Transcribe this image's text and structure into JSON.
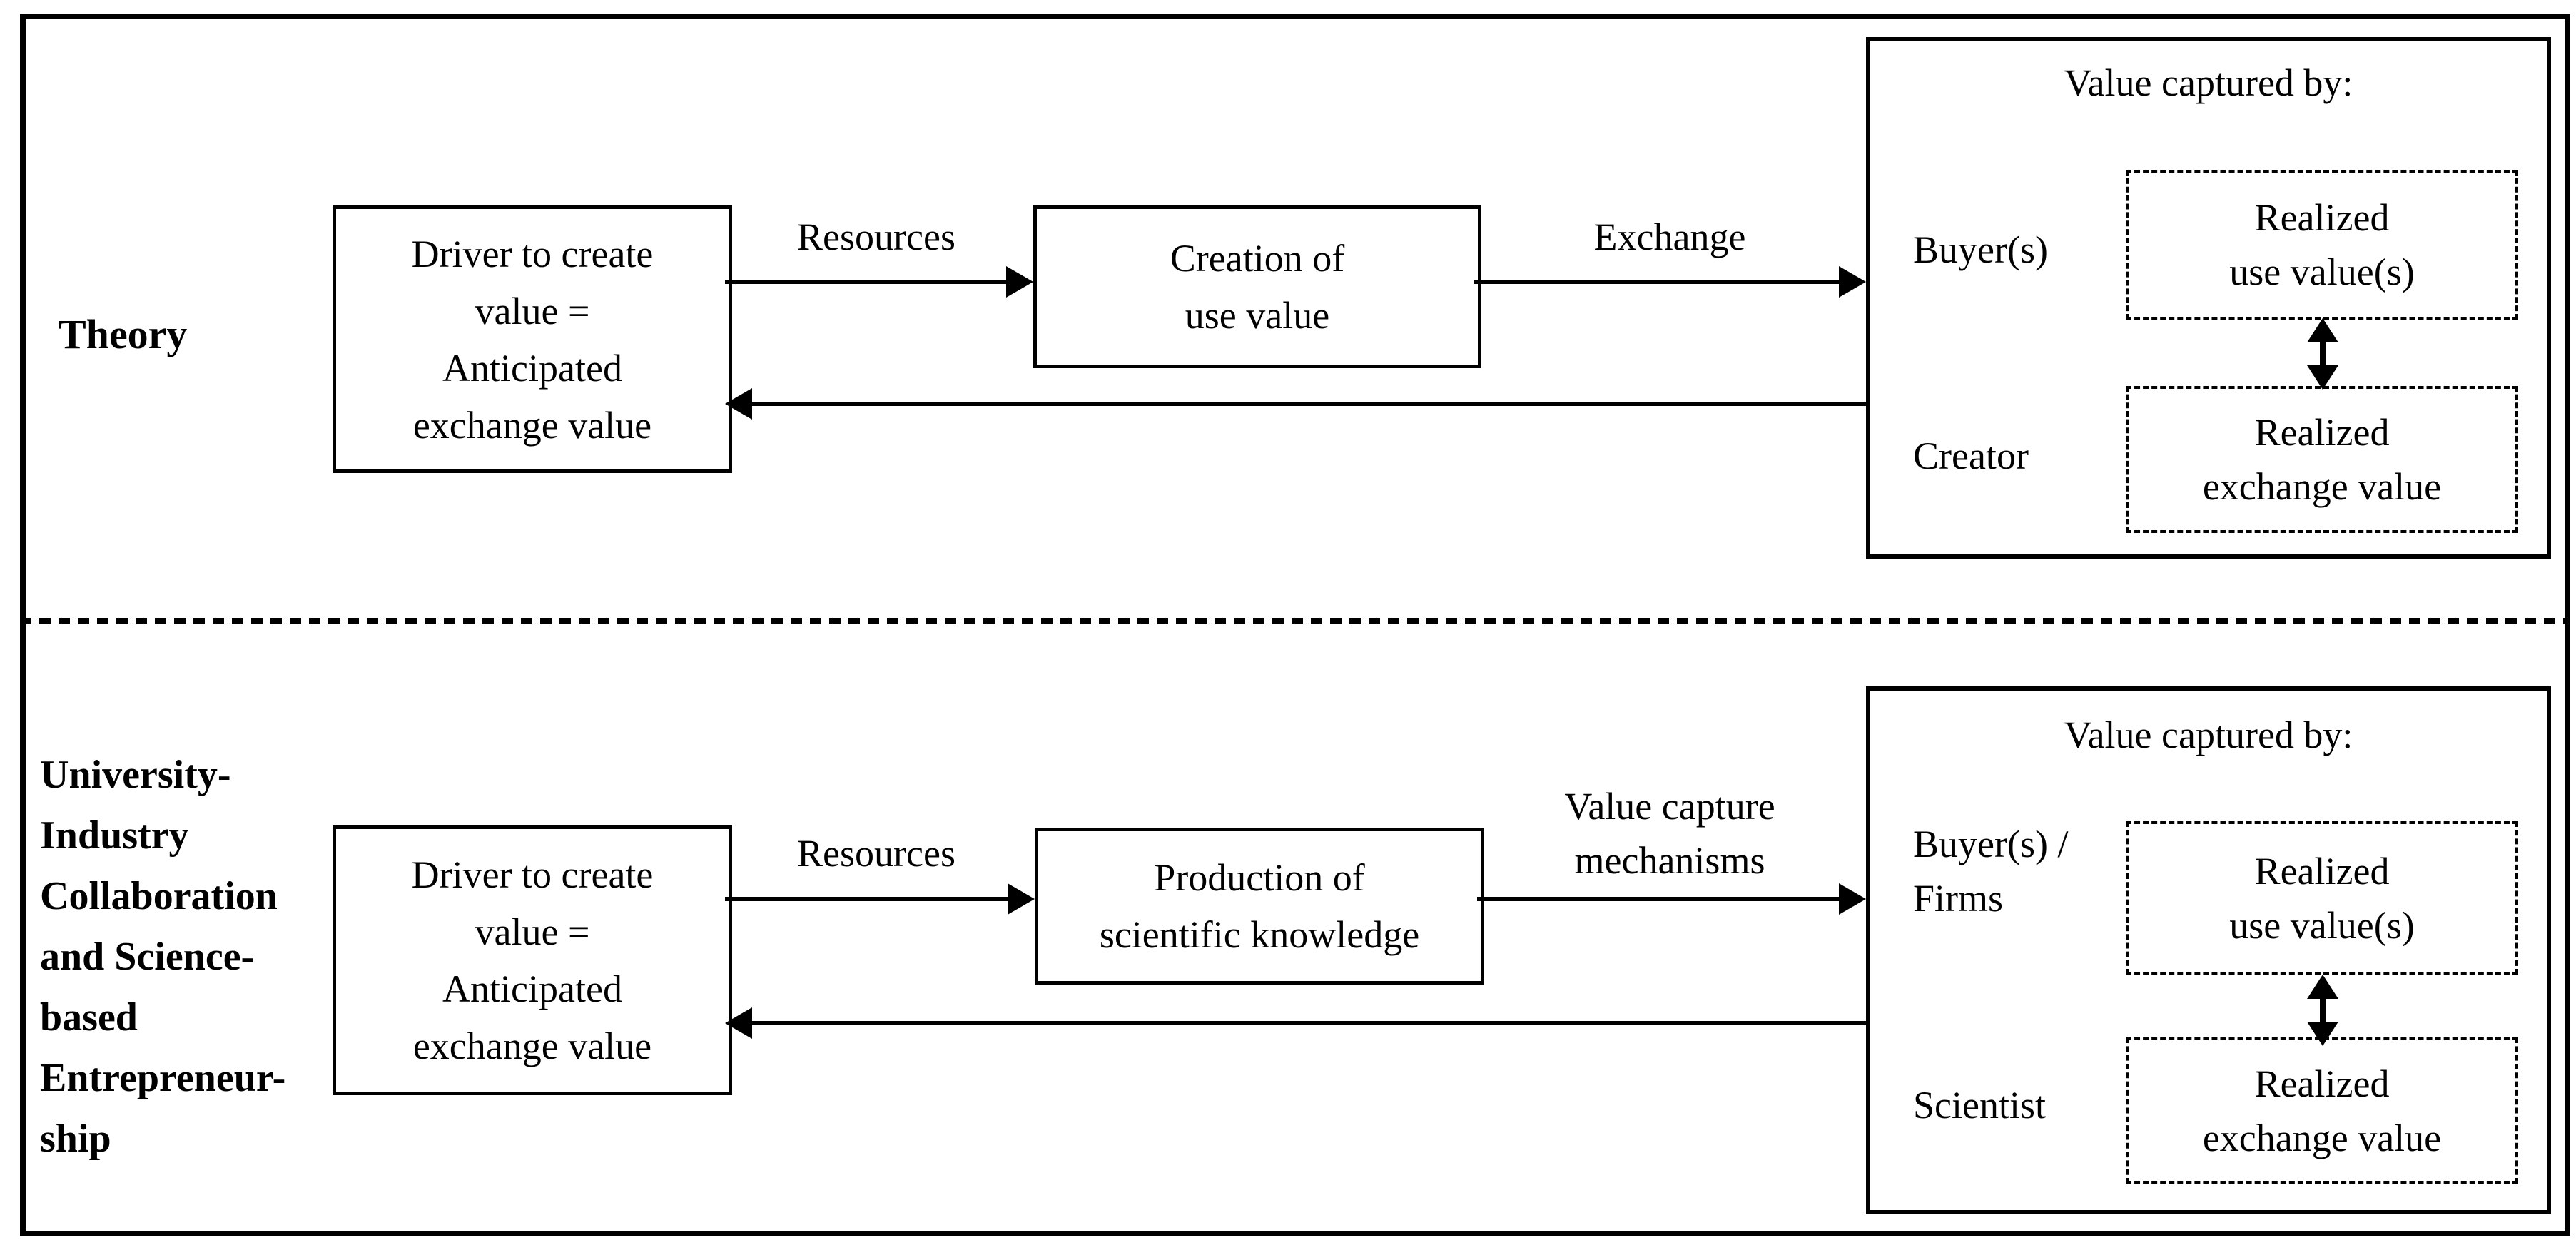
{
  "colors": {
    "ink": "#000000",
    "paper": "#ffffff"
  },
  "row1": {
    "label": "Theory",
    "driver_box_lines": [
      "Driver to create",
      "value =",
      "Anticipated",
      "exchange value"
    ],
    "resources_label": "Resources",
    "process_box_lines": [
      "Creation of",
      "use value"
    ],
    "flow_label": "Exchange",
    "panel": {
      "title": "Value captured by:",
      "actor_top": "Buyer(s)",
      "actor_bottom": "Creator",
      "use_box_lines": [
        "Realized",
        "use value(s)"
      ],
      "exchange_box_lines": [
        "Realized",
        "exchange value"
      ]
    }
  },
  "row2": {
    "label_lines": [
      "University-",
      "Industry",
      "Collaboration",
      "and Science-",
      "based",
      "Entrepreneur-",
      "ship"
    ],
    "driver_box_lines": [
      "Driver to create",
      "value =",
      "Anticipated",
      "exchange value"
    ],
    "resources_label": "Resources",
    "process_box_lines": [
      "Production of",
      "scientific knowledge"
    ],
    "flow_label_lines": [
      "Value capture",
      "mechanisms"
    ],
    "panel": {
      "title": "Value captured by:",
      "actor_top_lines": [
        "Buyer(s) /",
        "Firms"
      ],
      "actor_bottom": "Scientist",
      "use_box_lines": [
        "Realized",
        "use value(s)"
      ],
      "exchange_box_lines": [
        "Realized",
        "exchange value"
      ]
    }
  }
}
